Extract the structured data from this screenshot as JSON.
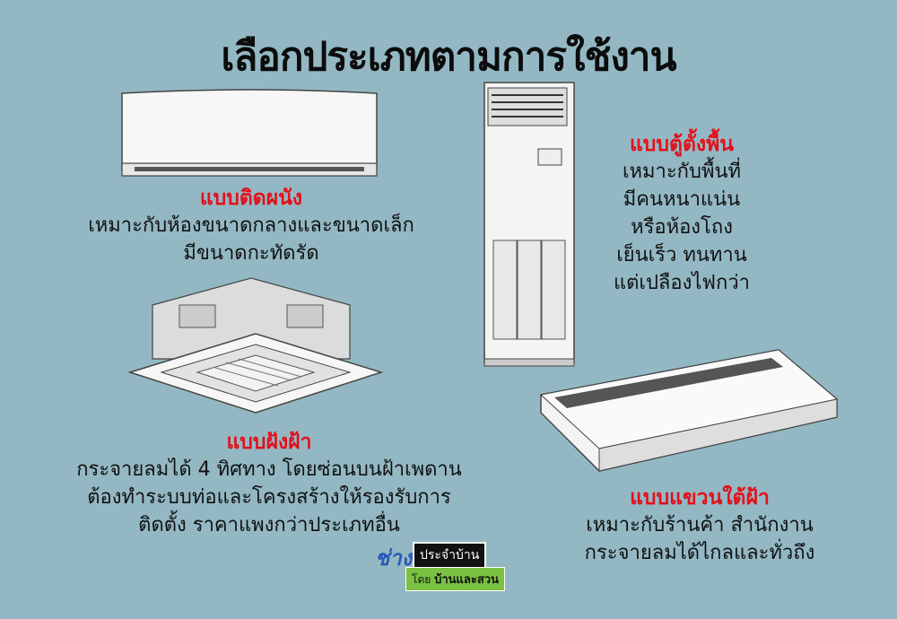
{
  "title": "เลือกประเภทตามการใช้งาน",
  "sections": {
    "wall": {
      "heading": "แบบติดผนัง",
      "lines": [
        "เหมาะกับห้องขนาดกลางและขนาดเล็ก",
        "มีขนาดกะทัดรัด"
      ]
    },
    "floor": {
      "heading": "แบบตู้ตั้งพื้น",
      "lines": [
        "เหมาะกับพื้นที่",
        "มีคนหนาแน่น",
        "หรือห้องโถง",
        "เย็นเร็ว ทนทาน",
        "แต่เปลืองไฟกว่า"
      ]
    },
    "cassette": {
      "heading": "แบบฝังฝ้า",
      "lines": [
        "กระจายลมได้ 4 ทิศทาง โดยซ่อนบนฝ้าเพดาน",
        "ต้องทำระบบท่อและโครงสร้างให้รองรับการ",
        "ติดตั้ง ราคาแพงกว่าประเภทอื่น"
      ]
    },
    "ceiling": {
      "heading": "แบบแขวนใต้ฝ้า",
      "lines": [
        "เหมาะกับร้านค้า สำนักงาน",
        "กระจายลมได้ไกลและทั่วถึง"
      ]
    }
  },
  "logo": {
    "main": "ช่าง",
    "sub": "ประจำบ้าน",
    "by": "โดย",
    "brand": "บ้านและสวน"
  },
  "colors": {
    "background": "#93b8c4",
    "heading": "#e3101b",
    "text": "#111111"
  }
}
